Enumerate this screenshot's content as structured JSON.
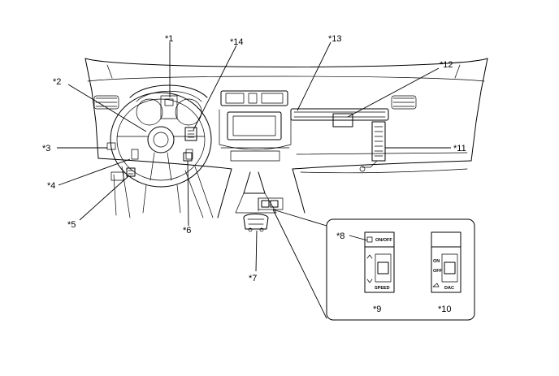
{
  "callouts": {
    "c1": "*1",
    "c2": "*2",
    "c3": "*3",
    "c4": "*4",
    "c5": "*5",
    "c6": "*6",
    "c7": "*7",
    "c8": "*8",
    "c9": "*9",
    "c10": "*10",
    "c11": "*11",
    "c12": "*12",
    "c13": "*13",
    "c14": "*14"
  },
  "detail": {
    "onoff_label": "ON/OFF",
    "speed_label": "SPEED",
    "on_label": "ON",
    "off_label": "OFF",
    "dac_label": "DAC"
  }
}
